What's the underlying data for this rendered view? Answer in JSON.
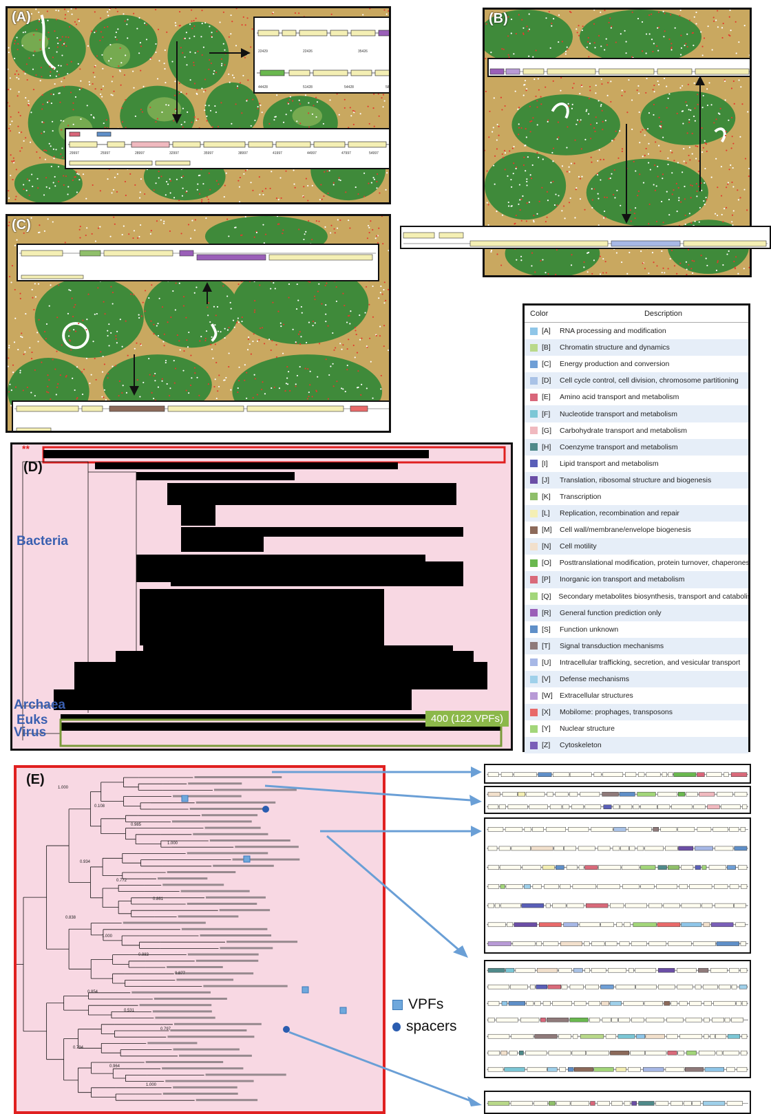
{
  "panels": {
    "a": {
      "label": "(A)"
    },
    "b": {
      "label": "(B)"
    },
    "c": {
      "label": "(C)"
    },
    "d": {
      "label": "(D)",
      "red_stars": "**"
    },
    "e": {
      "label": "(E)"
    }
  },
  "tree_d": {
    "groups": {
      "bacteria": "Bacteria",
      "archaea": "Archaea",
      "euks": "Euks",
      "virus": "Virus"
    },
    "badge": "400 (122 VPFs)"
  },
  "tree_e": {
    "legend": {
      "vpfs": "VPFs",
      "spacers": "spacers"
    },
    "support_values": [
      "1.000",
      "0.108",
      "0.985",
      "1.000",
      "0.934",
      "0.772",
      "0.861",
      "0.838",
      "1.000",
      "0.983",
      "0.877",
      "0.854",
      "0.531",
      "0.797",
      "0.794",
      "0.964",
      "1.000"
    ]
  },
  "legend": {
    "col_color": "Color",
    "col_description": "Description",
    "items": [
      {
        "code": "[A]",
        "desc": "RNA processing and modification",
        "color": "#8fc6e8"
      },
      {
        "code": "[B]",
        "desc": "Chromatin structure and dynamics",
        "color": "#b9d98a"
      },
      {
        "code": "[C]",
        "desc": "Energy production and conversion",
        "color": "#6f9fd6"
      },
      {
        "code": "[D]",
        "desc": "Cell cycle control, cell division, chromosome partitioning",
        "color": "#a9c2e6"
      },
      {
        "code": "[E]",
        "desc": "Amino acid transport and metabolism",
        "color": "#d9667a"
      },
      {
        "code": "[F]",
        "desc": "Nucleotide transport and metabolism",
        "color": "#7cc7d6"
      },
      {
        "code": "[G]",
        "desc": "Carbohydrate transport and metabolism",
        "color": "#f0b9bf"
      },
      {
        "code": "[H]",
        "desc": "Coenzyme transport and metabolism",
        "color": "#4f8a8a"
      },
      {
        "code": "[I]",
        "desc": "Lipid transport and metabolism",
        "color": "#5a5fb8"
      },
      {
        "code": "[J]",
        "desc": "Translation, ribosomal structure and biogenesis",
        "color": "#6b4ea6"
      },
      {
        "code": "[K]",
        "desc": "Transcription",
        "color": "#8fbf6a"
      },
      {
        "code": "[L]",
        "desc": "Replication, recombination and repair",
        "color": "#f4efb4"
      },
      {
        "code": "[M]",
        "desc": "Cell wall/membrane/envelope biogenesis",
        "color": "#8c6a5a"
      },
      {
        "code": "[N]",
        "desc": "Cell motility",
        "color": "#f2e0cc"
      },
      {
        "code": "[O]",
        "desc": "Posttranslational modification, protein turnover, chaperones",
        "color": "#6ab84f"
      },
      {
        "code": "[P]",
        "desc": "Inorganic ion transport and metabolism",
        "color": "#d96a7a"
      },
      {
        "code": "[Q]",
        "desc": "Secondary metabolites biosynthesis, transport and catabolism",
        "color": "#a3d67a"
      },
      {
        "code": "[R]",
        "desc": "General function prediction only",
        "color": "#9a5fb8"
      },
      {
        "code": "[S]",
        "desc": "Function unknown",
        "color": "#5f8fc8"
      },
      {
        "code": "[T]",
        "desc": "Signal transduction mechanisms",
        "color": "#8f7a7a"
      },
      {
        "code": "[U]",
        "desc": "Intracellular trafficking, secretion, and vesicular transport",
        "color": "#a7b8e6"
      },
      {
        "code": "[V]",
        "desc": "Defense mechanisms",
        "color": "#9fd0ea"
      },
      {
        "code": "[W]",
        "desc": "Extracellular structures",
        "color": "#b89ad6"
      },
      {
        "code": "[X]",
        "desc": "Mobilome: prophages, transposons",
        "color": "#e86a6a"
      },
      {
        "code": "[Y]",
        "desc": "Nuclear structure",
        "color": "#a3d67a"
      },
      {
        "code": "[Z]",
        "desc": "Cytoskeleton",
        "color": "#7a5fb8"
      }
    ]
  }
}
